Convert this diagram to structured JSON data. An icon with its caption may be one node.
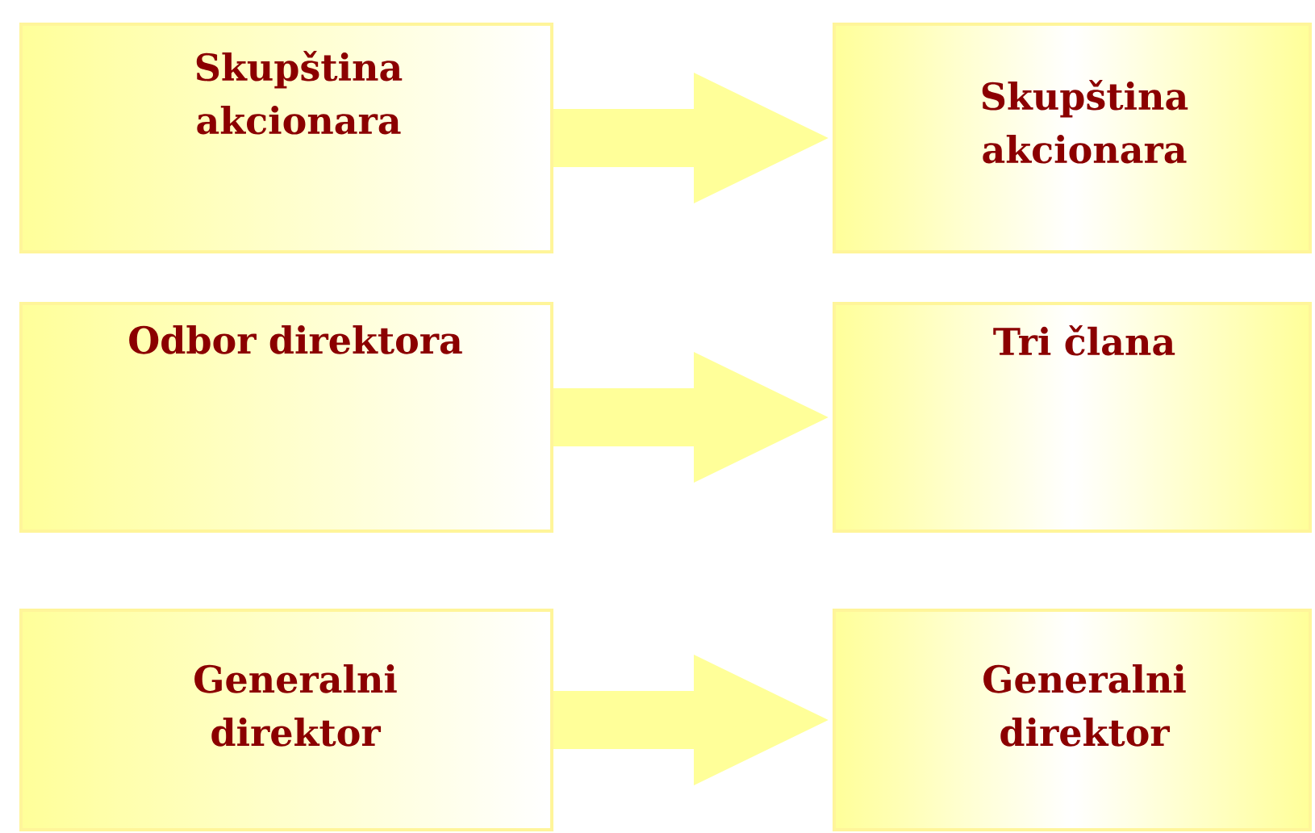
{
  "diagram": {
    "nodes": [
      {
        "text": [
          "Skupština akcionara"
        ]
      },
      {
        "text": [
          "Skupština akcionara"
        ]
      },
      {
        "text": [
          "Odbor direktora"
        ]
      },
      {
        "text": [
          "Tri člana"
        ]
      },
      {
        "text": [
          "Generalni direktor"
        ]
      },
      {
        "text": [
          "Generalni direktor"
        ]
      }
    ],
    "edges": [
      {
        "from": 0,
        "to": 1,
        "arrow": "to"
      },
      {
        "from": 2,
        "to": 3,
        "arrow": "to"
      },
      {
        "from": 4,
        "to": 5,
        "arrow": "to"
      }
    ]
  }
}
